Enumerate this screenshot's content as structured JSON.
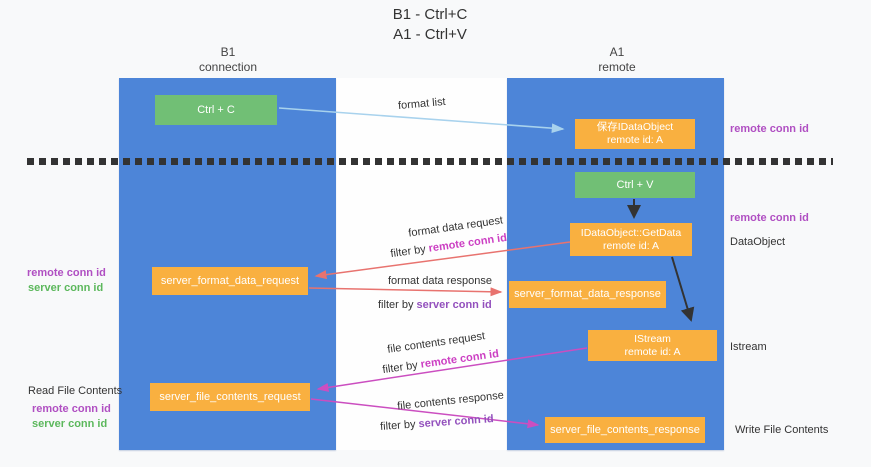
{
  "title": {
    "line1": "B1 - Ctrl+C",
    "line2": "A1 - Ctrl+V"
  },
  "lanes": {
    "left": {
      "title": "B1",
      "subtitle": "connection"
    },
    "right": {
      "title": "A1",
      "subtitle": "remote"
    }
  },
  "boxes": {
    "ctrl_c": "Ctrl + C",
    "ctrl_v": "Ctrl + V",
    "save_idataobject_line1": "保存IDataObject",
    "save_idataobject_line2": "remote id: A",
    "getdata_line1": "IDataObject::GetData",
    "getdata_line2": "remote id: A",
    "istream_line1": "IStream",
    "istream_line2": "remote id: A",
    "server_format_data_request": "server_format_data_request",
    "server_format_data_response": "server_format_data_response",
    "server_file_contents_request": "server_file_contents_request",
    "server_file_contents_response": "server_file_contents_response"
  },
  "flow_labels": {
    "format_list": "format list",
    "format_data_request": "format data request",
    "format_data_response": "format data response",
    "file_contents_request": "file contents request",
    "file_contents_response": "file contents response",
    "filter_by": "filter by",
    "remote_conn_id": "remote conn id",
    "server_conn_id": "server conn id"
  },
  "side_labels": {
    "remote_conn_id": "remote conn id",
    "server_conn_id": "server conn id",
    "dataobject": "DataObject",
    "istream": "Istream",
    "read_file_contents": "Read File Contents",
    "write_file_contents": "Write File Contents"
  },
  "colors": {
    "lane_blue": "#4d85d8",
    "box_orange": "#f9b040",
    "box_green": "#71bf75",
    "arrow_salmon": "#e8736f",
    "arrow_magenta": "#cb4ec0",
    "arrow_lightblue": "#a8d2ed",
    "arrow_black": "#333333",
    "label_purple": "#b04fc2",
    "label_green": "#5cb85c",
    "label_magenta": "#cc3fc3",
    "label_violet": "#9350bd"
  }
}
